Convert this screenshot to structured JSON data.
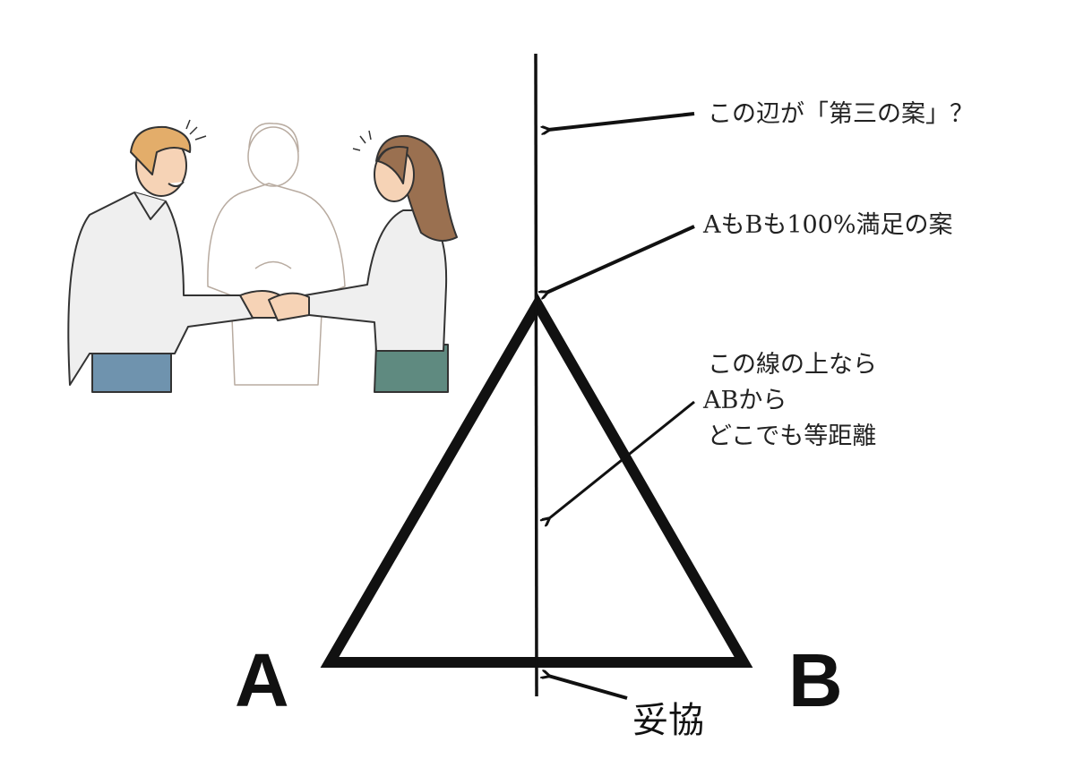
{
  "labels": {
    "third_option": "この辺が「第三の案」？",
    "full_satisfaction": "AもBも100%満足の案",
    "equidistant_line1": "この線の上なら",
    "equidistant_line2": "ABから",
    "equidistant_line3": "どこでも等距離",
    "compromise": "妥協",
    "vertex_a": "A",
    "vertex_b": "B"
  },
  "colors": {
    "man_pants": "#6f93ae",
    "woman_skirt": "#5f8a80",
    "man_hair": "#e3ad6a",
    "woman_hair": "#9a7050",
    "skin": "#f6d3b6",
    "shirt": "#efefef"
  }
}
